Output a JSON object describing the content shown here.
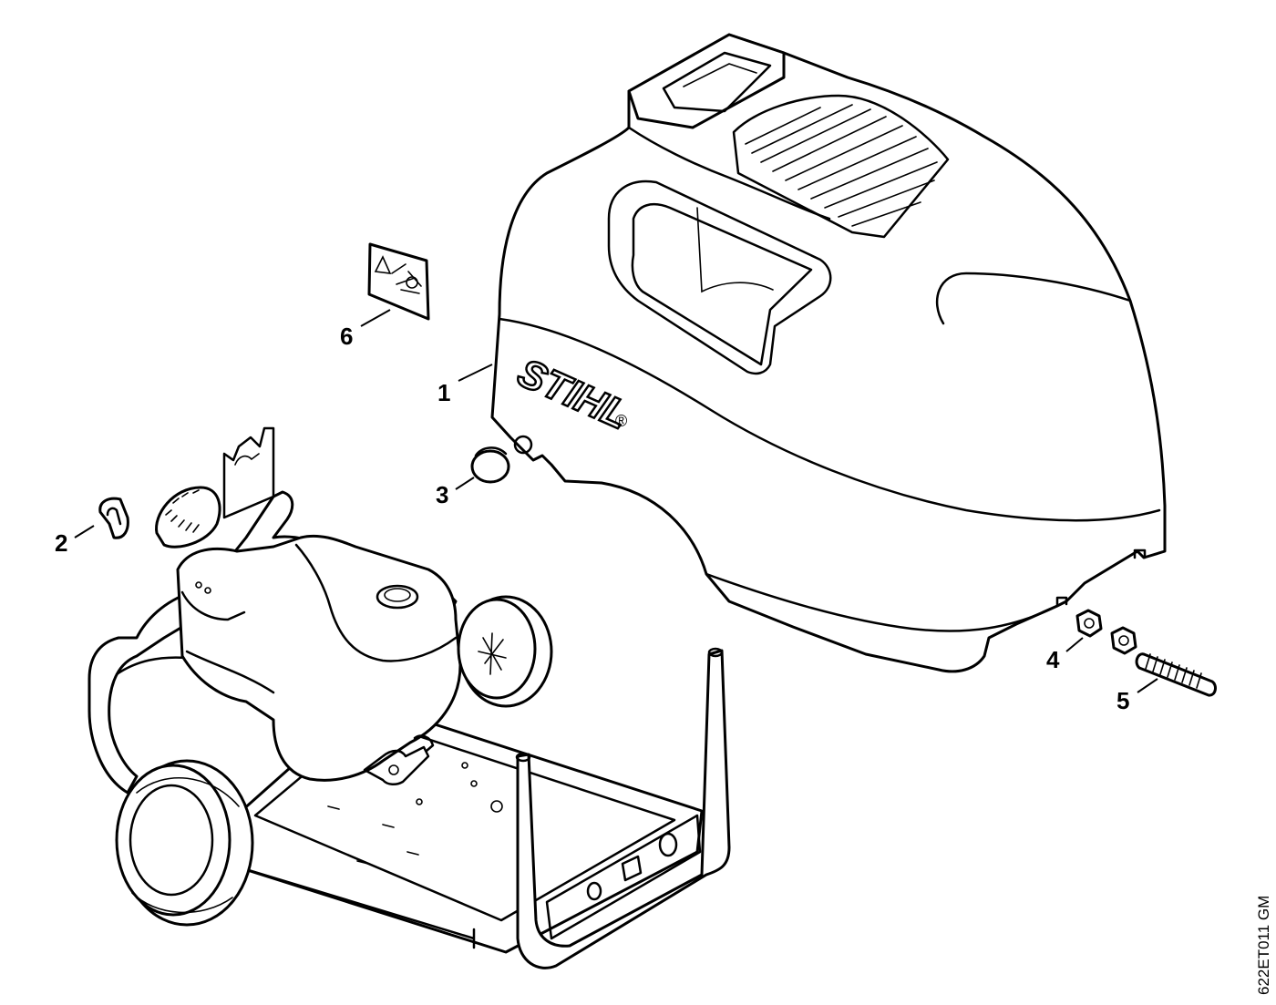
{
  "diagram": {
    "brand": "STIHL",
    "trademark": "®",
    "reference_code": "622ET011 GM",
    "callouts": [
      {
        "id": "1",
        "label": "1"
      },
      {
        "id": "2",
        "label": "2"
      },
      {
        "id": "3",
        "label": "3"
      },
      {
        "id": "4",
        "label": "4"
      },
      {
        "id": "5",
        "label": "5"
      },
      {
        "id": "6",
        "label": "6"
      }
    ]
  }
}
